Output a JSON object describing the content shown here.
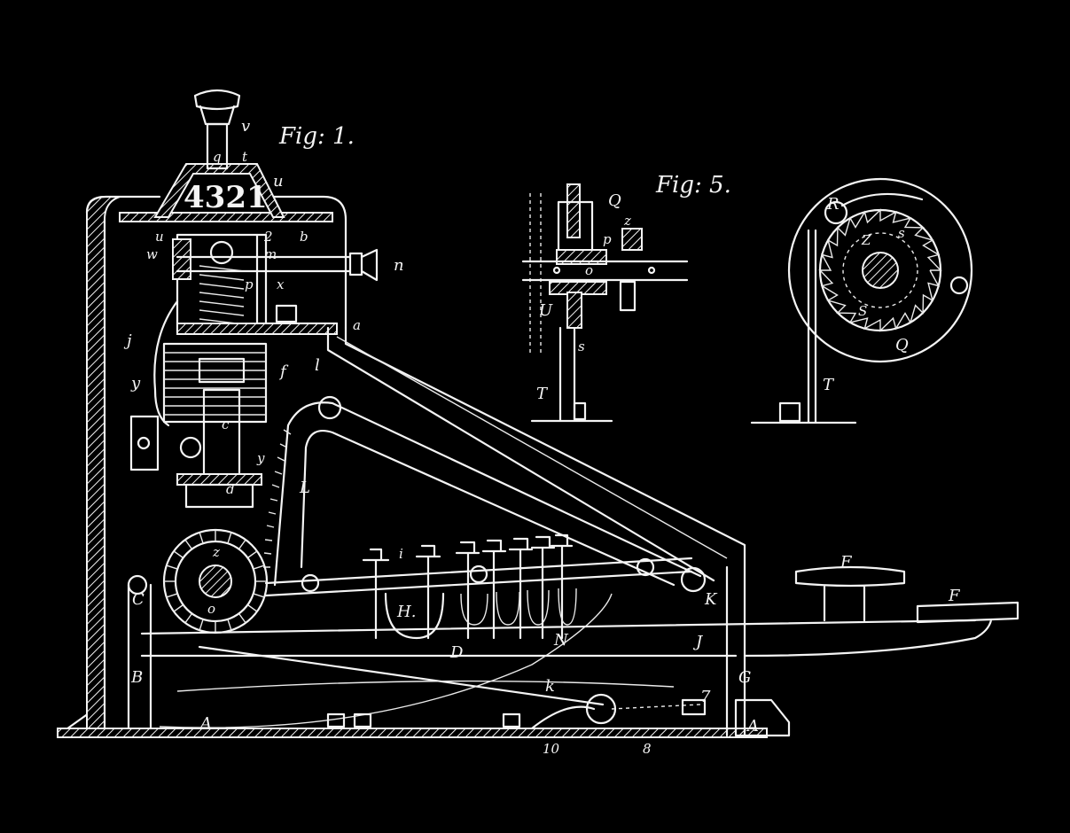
{
  "figures": {
    "fig1": "Fig: 1.",
    "fig5": "Fig: 5."
  },
  "counter_display": "4321",
  "labels": {
    "v": "v",
    "q": "q",
    "t": "t",
    "u_top": "u",
    "u_left": "u",
    "two": "2",
    "b": "b",
    "w": "w",
    "m": "m",
    "n": "n",
    "p": "p",
    "x": "x",
    "a": "a",
    "j": "j",
    "y_left": "y",
    "f": "f",
    "l": "l",
    "c": "c",
    "y_right": "y",
    "d": "d",
    "L": "L",
    "z_gear": "z",
    "o_gear": "o",
    "C": "C",
    "B": "B",
    "i": "i",
    "H": "H.",
    "D": "D",
    "N": "N",
    "K": "K",
    "J": "J",
    "k": "k",
    "G": "G",
    "seven": "7",
    "A_left": "A",
    "A_right": "A",
    "ten": "10",
    "eight": "8",
    "F_upper": "F",
    "F_lower": "F",
    "fig5_Q": "Q",
    "fig5_z": "z",
    "fig5_p": "p",
    "fig5_o": "o",
    "fig5_U": "U",
    "fig5_s": "s",
    "fig5_T": "T",
    "wheel_R": "R",
    "wheel_z": "Z",
    "wheel_s1": "s",
    "wheel_s2": "S",
    "wheel_Q": "Q",
    "wheel_T": "T"
  },
  "colors": {
    "background": "#000000",
    "ink": "#f4f4f4"
  }
}
